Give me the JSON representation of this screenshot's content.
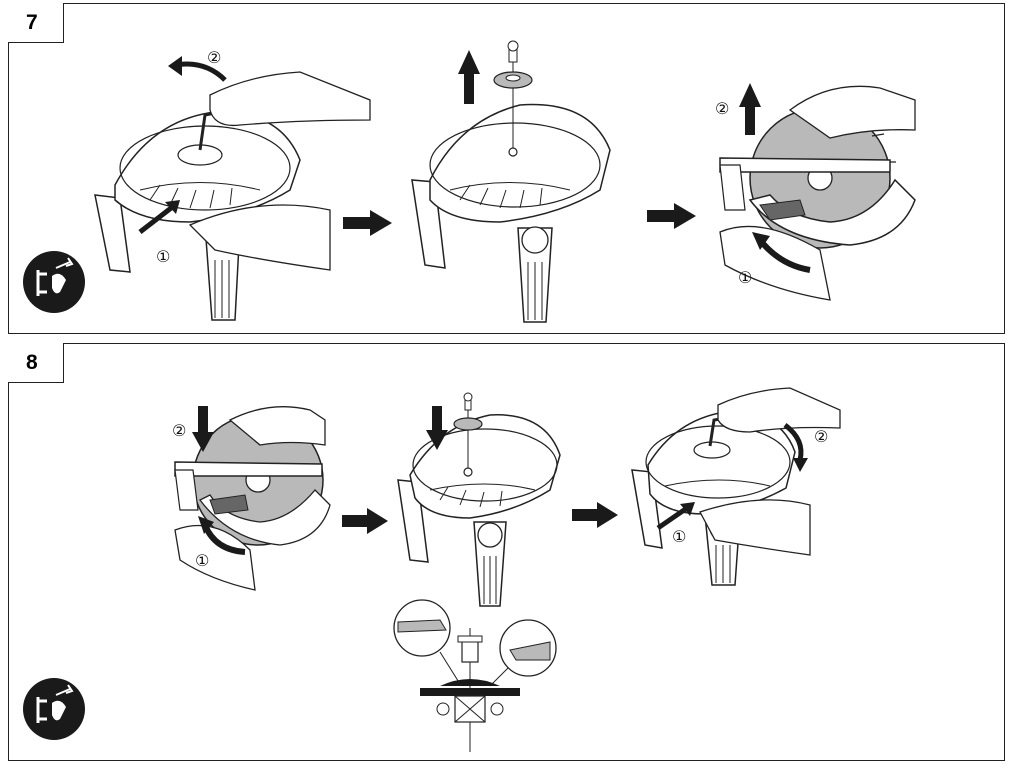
{
  "steps": [
    {
      "number": "7",
      "figures": [
        {
          "name": "remove-hex-key",
          "callouts": [
            "②",
            "①"
          ]
        },
        {
          "name": "remove-flange",
          "callouts": []
        },
        {
          "name": "remove-blade",
          "callouts": [
            "②",
            "①"
          ]
        }
      ]
    },
    {
      "number": "8",
      "figures": [
        {
          "name": "insert-blade",
          "callouts": [
            "②",
            "①"
          ]
        },
        {
          "name": "install-flange",
          "callouts": []
        },
        {
          "name": "tighten-hex-key",
          "callouts": [
            "①",
            "②"
          ]
        }
      ]
    }
  ],
  "icons": [
    "unplug-power-icon",
    "arrow-right-icon",
    "arrow-up-icon",
    "arrow-down-icon",
    "curved-arrow-icon"
  ],
  "colors": {
    "line": "#222222",
    "fill_dark": "#1a1a1a",
    "blade_gray": "#b9b9b9",
    "background": "#ffffff"
  }
}
